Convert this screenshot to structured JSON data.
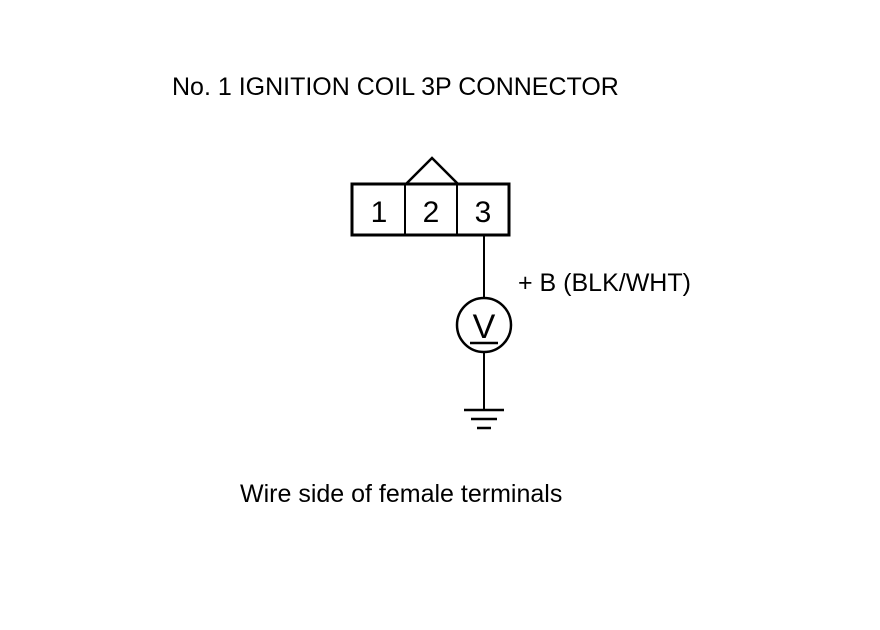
{
  "diagram": {
    "title": "No. 1 IGNITION COIL 3P CONNECTOR",
    "connector": {
      "terminals": [
        "1",
        "2",
        "3"
      ]
    },
    "meter": {
      "symbol": "V",
      "icon": "voltmeter-icon"
    },
    "ground": {
      "icon": "ground-symbol-icon"
    },
    "wire_label": "+ B (BLK/WHT)",
    "caption": "Wire side of female terminals"
  }
}
